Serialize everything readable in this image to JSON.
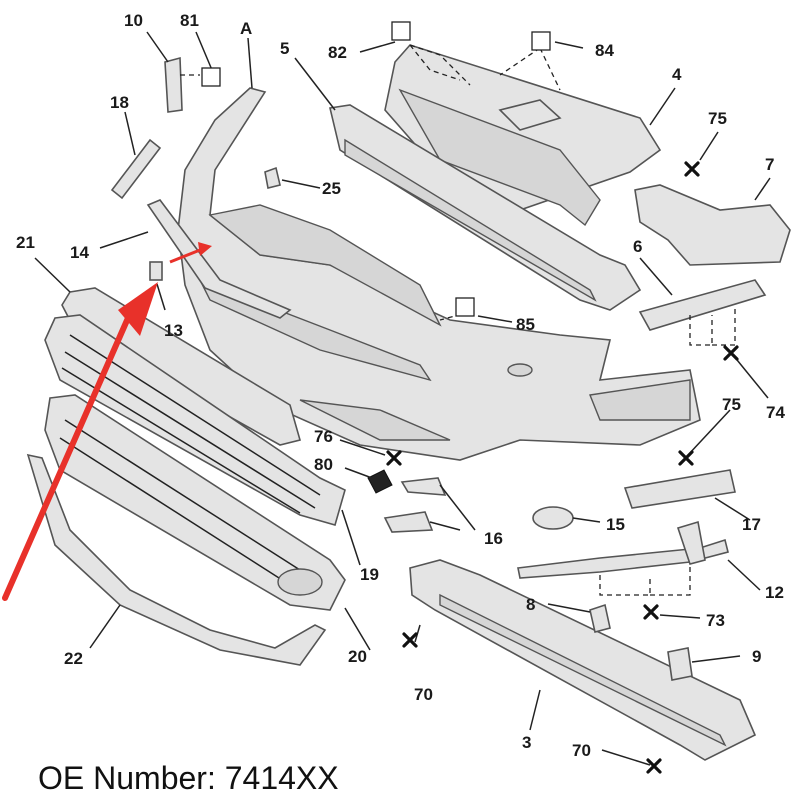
{
  "labels": {
    "l10": "10",
    "l81": "81",
    "lA": "A",
    "l5": "5",
    "l82": "82",
    "l84": "84",
    "l4": "4",
    "l18": "18",
    "l75a": "75",
    "l7": "7",
    "l25": "25",
    "l21": "21",
    "l14": "14",
    "l6": "6",
    "l13": "13",
    "l85": "85",
    "l74": "74",
    "l75b": "75",
    "l76": "76",
    "l80": "80",
    "l17": "17",
    "l16": "16",
    "l15": "15",
    "l19": "19",
    "l12": "12",
    "l8": "8",
    "l73": "73",
    "l9": "9",
    "l22": "22",
    "l20": "20",
    "l70a": "70",
    "l3": "3",
    "l70b": "70"
  },
  "footer": {
    "oe_number": "OE Number: 7414XX"
  },
  "colors": {
    "arrow": "#e8312a",
    "part_fill": "#e4e4e4",
    "outline": "#555555"
  }
}
